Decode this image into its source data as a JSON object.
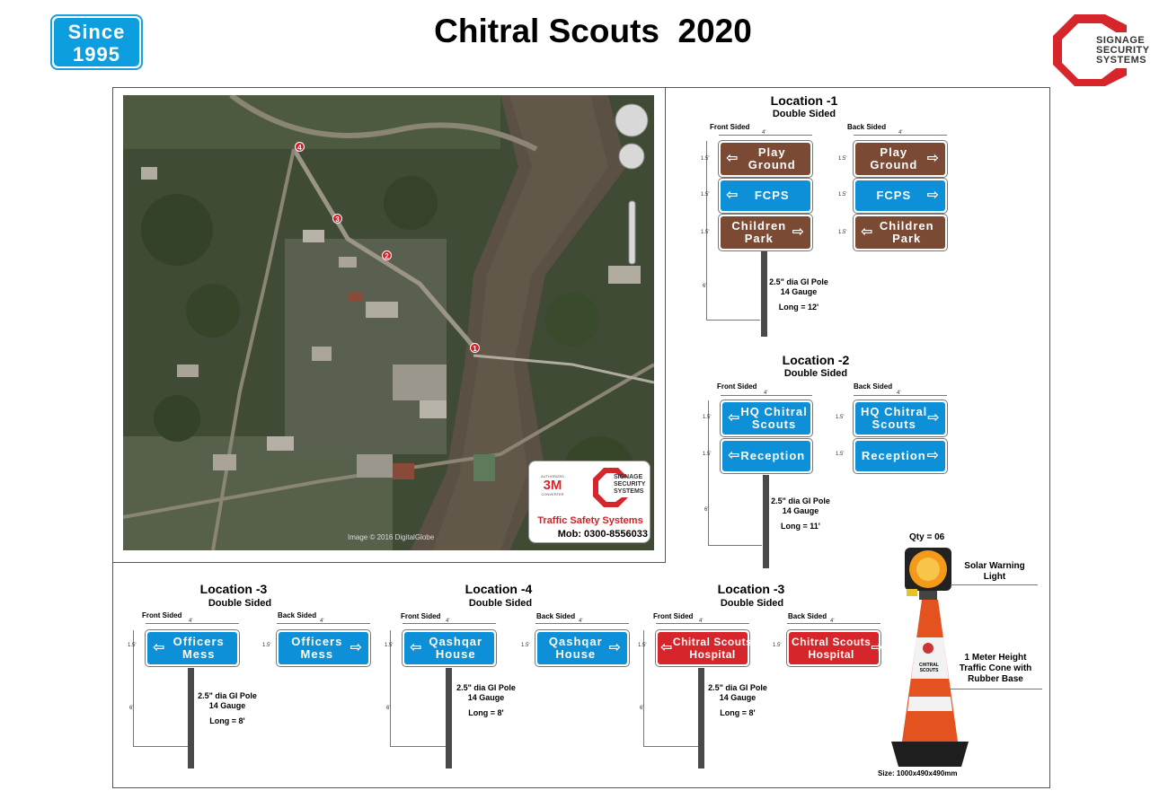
{
  "header": {
    "since_line1": "Since",
    "since_line2": "1995",
    "title": "Chitral Scouts  2020",
    "brand_line1": "SIGNAGE",
    "brand_line2": "SECURITY",
    "brand_line3": "SYSTEMS"
  },
  "map": {
    "markers": [
      "1",
      "2",
      "3",
      "4"
    ],
    "credit": "Image © 2016 DigitalGlobe",
    "ad": {
      "badge_3m": "3M",
      "badge_top": "AUTHORIZED",
      "badge_bottom": "CONVERTER",
      "brand_line1": "SIGNAGE",
      "brand_line2": "SECURITY",
      "brand_line3": "SYSTEMS",
      "slogan": "Traffic Safety Systems",
      "mobile": "Mob: 0300-8556033"
    }
  },
  "common": {
    "double_sided": "Double  Sided",
    "front_sided": "Front Sided",
    "back_sided": "Back Sided",
    "width_dim": "4'",
    "height_dim": "1.5'",
    "pole_dim": "6'",
    "pole_line1": "2.5\" dia GI Pole",
    "pole_line2": "14 Gauge"
  },
  "loc1": {
    "title": "Location -1",
    "signs": [
      "Play\nGround",
      "FCPS",
      "Children\nPark"
    ],
    "pole_long": "Long = 12'"
  },
  "loc2": {
    "title": "Location -2",
    "signs": [
      "HQ Chitral\nScouts",
      "Reception"
    ],
    "pole_long": "Long = 11'"
  },
  "loc3a": {
    "title": "Location -3",
    "sign": "Officers\nMess",
    "pole_long": "Long = 8'"
  },
  "loc4": {
    "title": "Location -4",
    "sign": "Qashqar\nHouse",
    "pole_long": "Long = 8'"
  },
  "loc3b": {
    "title": "Location -3",
    "sign": "Chitral Scouts\nHospital",
    "pole_long": "Long = 8'"
  },
  "equipment": {
    "qty": "Qty = 06",
    "solar": "Solar Warning\nLight",
    "cone": "1 Meter Height\nTraffic Cone with\nRubber Base",
    "cone_label": "CHITRAL\nSCOUTS",
    "size": "Size: 1000x490x490mm"
  },
  "colors": {
    "brown": "#7a4a34",
    "blue": "#0d90d8",
    "red": "#d7262b"
  }
}
